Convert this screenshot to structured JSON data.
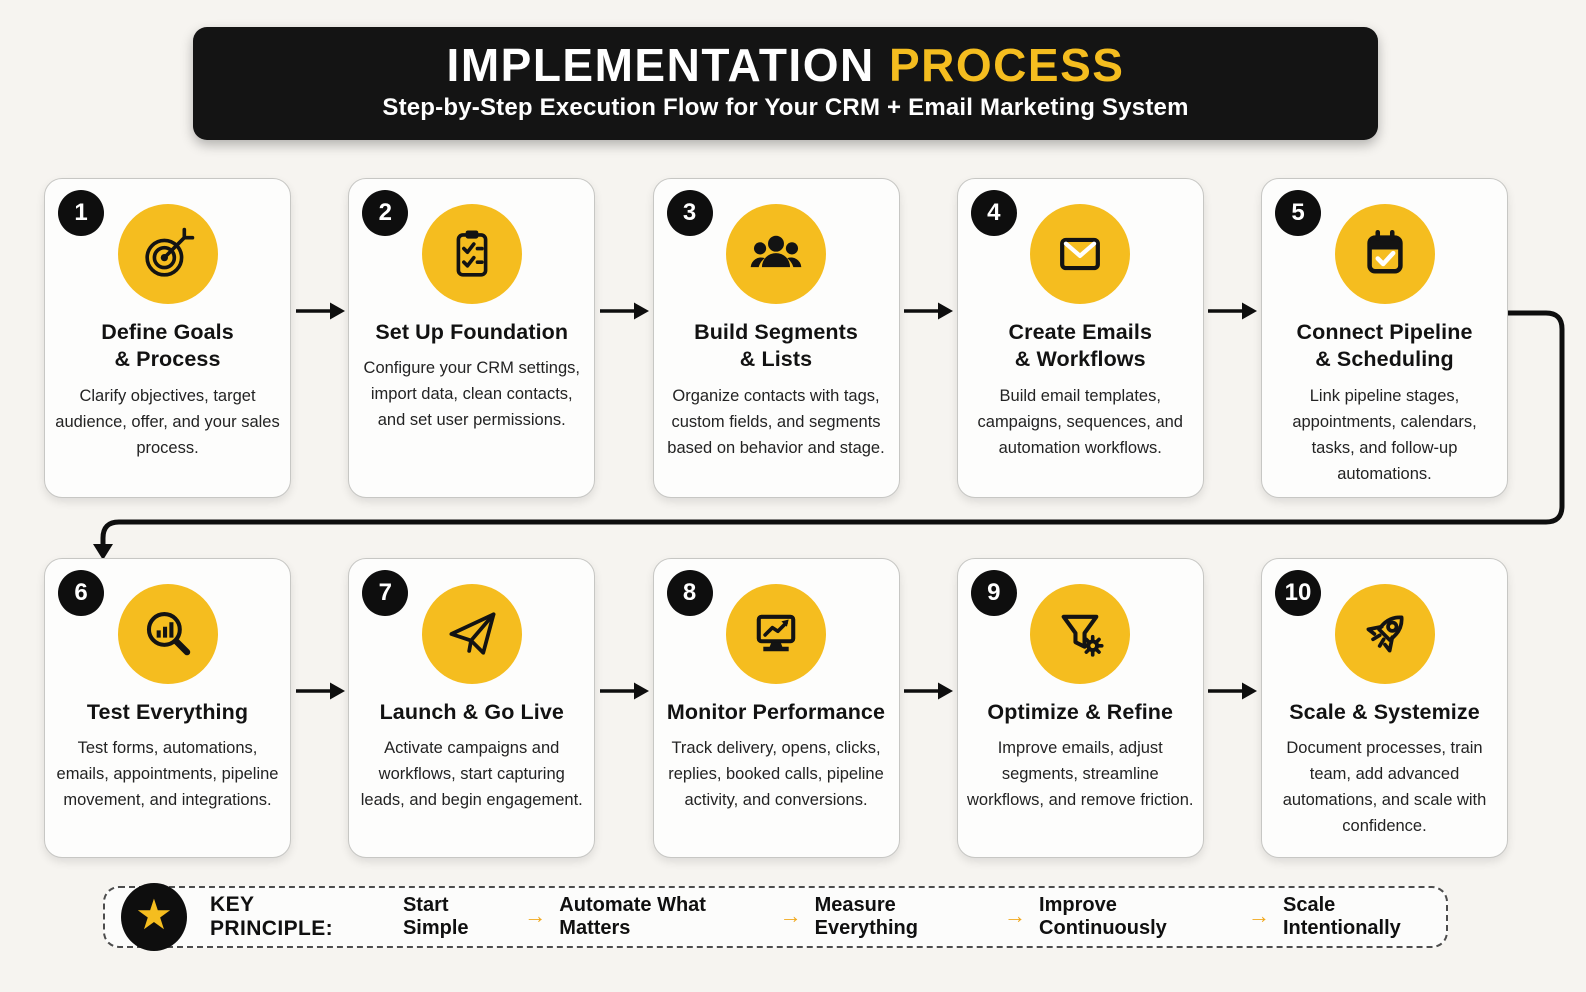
{
  "header": {
    "title_white": "IMPLEMENTATION",
    "title_yellow": "PROCESS",
    "subtitle": "Step-by-Step Execution Flow for Your CRM + Email Marketing System"
  },
  "colors": {
    "accent_yellow": "#f5bd1f",
    "badge_black": "#0e0e0e",
    "page_background": "#f6f4f0"
  },
  "steps": [
    {
      "number": "1",
      "icon": "target-icon",
      "title": "Define Goals\n& Process",
      "description": "Clarify objectives, target audience, offer, and your sales process."
    },
    {
      "number": "2",
      "icon": "clipboard-check-icon",
      "title": "Set Up Foundation",
      "description": "Configure your CRM settings, import data, clean contacts, and set user permissions."
    },
    {
      "number": "3",
      "icon": "people-group-icon",
      "title": "Build Segments\n& Lists",
      "description": "Organize contacts with tags, custom fields, and segments based on behavior and stage."
    },
    {
      "number": "4",
      "icon": "envelope-icon",
      "title": "Create Emails\n& Workflows",
      "description": "Build email templates, campaigns, sequences, and automation workflows."
    },
    {
      "number": "5",
      "icon": "calendar-check-icon",
      "title": "Connect Pipeline\n& Scheduling",
      "description": "Link pipeline stages, appointments, calendars, tasks, and follow-up automations."
    },
    {
      "number": "6",
      "icon": "search-chart-icon",
      "title": "Test Everything",
      "description": "Test forms, automations, emails, appointments, pipeline movement, and integrations."
    },
    {
      "number": "7",
      "icon": "paper-plane-icon",
      "title": "Launch & Go Live",
      "description": "Activate campaigns and workflows, start capturing leads, and begin engagement."
    },
    {
      "number": "8",
      "icon": "monitor-chart-icon",
      "title": "Monitor Performance",
      "description": "Track delivery, opens, clicks, replies, booked calls, pipeline activity, and conversions."
    },
    {
      "number": "9",
      "icon": "funnel-gear-icon",
      "title": "Optimize & Refine",
      "description": "Improve emails, adjust segments, streamline workflows, and remove friction."
    },
    {
      "number": "10",
      "icon": "rocket-icon",
      "title": "Scale & Systemize",
      "description": "Document processes, train team, add advanced automations, and scale with confidence."
    }
  ],
  "footer": {
    "label": "KEY PRINCIPLE:",
    "separator": "→",
    "star": "★",
    "items": [
      "Start Simple",
      "Automate What Matters",
      "Measure Everything",
      "Improve Continuously",
      "Scale Intentionally"
    ]
  }
}
